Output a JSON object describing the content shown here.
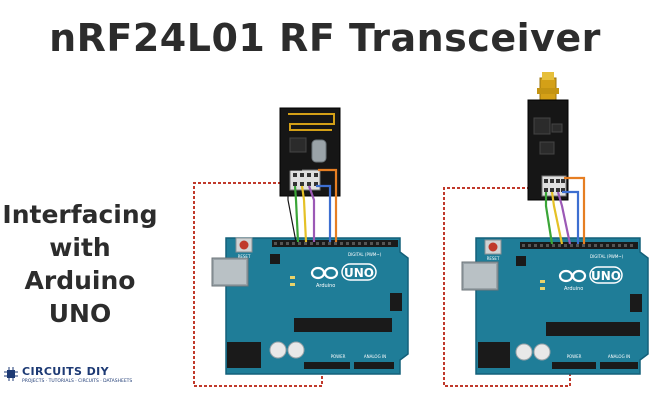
{
  "title": "nRF24L01 RF Transceiver",
  "subtitle": [
    "Interfacing",
    "with",
    "Arduino UNO"
  ],
  "logo": {
    "name": "CIRCUITS DIY",
    "tagline": "PROJECTS · TUTORIALS · CIRCUITS · DATASHEETS"
  },
  "boards": {
    "logo_text": "UNO",
    "brand": "Arduino",
    "reset_label": "RESET",
    "digital_label": "DIGITAL (PWM~)",
    "power_label": "POWER",
    "analog_label": "ANALOG IN"
  },
  "colors": {
    "board": "#1f7d98",
    "board_dark": "#13607a",
    "module": "#161616",
    "wire_red_dashed": "#c0392b",
    "wire_orange": "#e67e22",
    "wire_blue": "#3d6fd1",
    "wire_purple": "#9b59b6",
    "wire_yellow": "#e5c126",
    "wire_green": "#3aa537",
    "antenna_gold": "#d4a017"
  }
}
